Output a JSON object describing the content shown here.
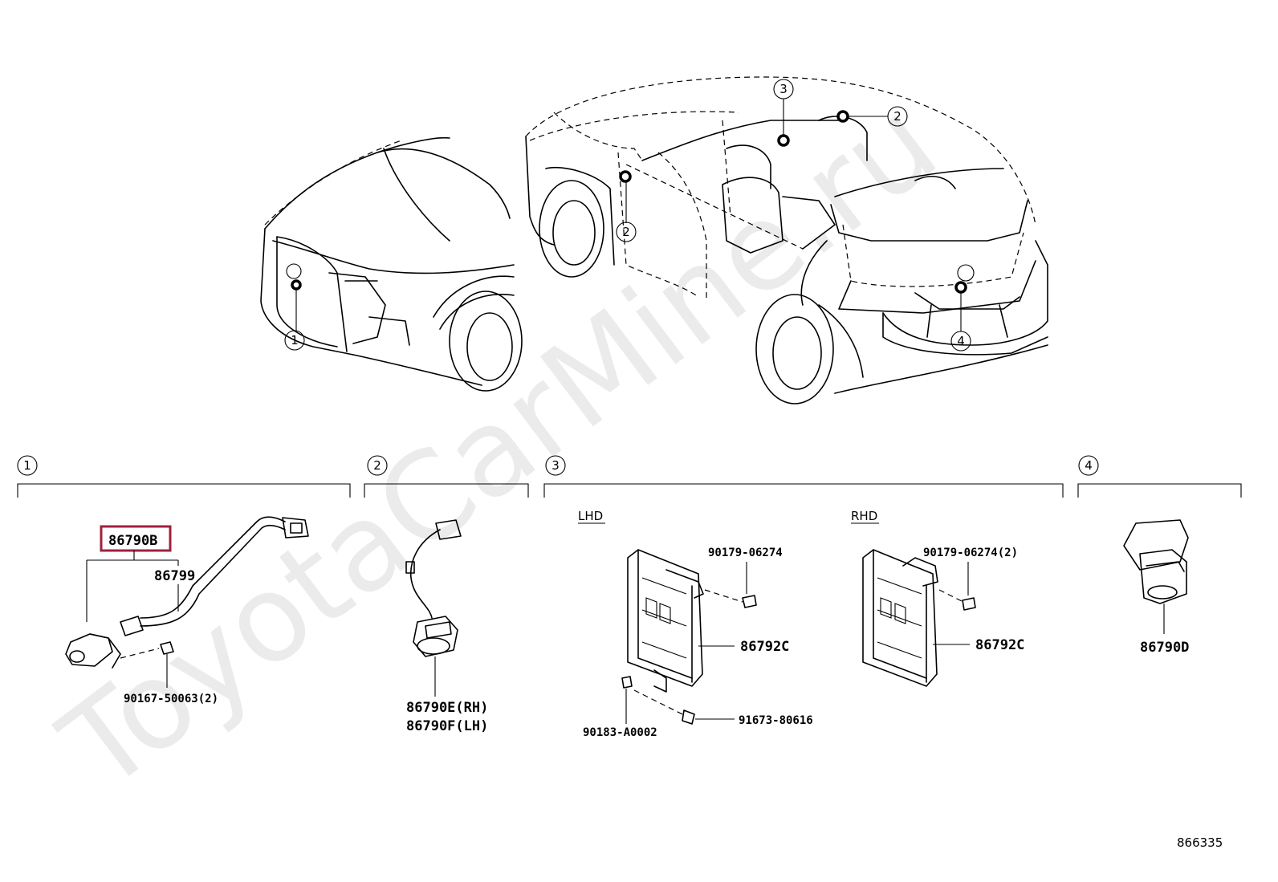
{
  "watermark": "ToyotaCarMine.ru",
  "diagram_id": "866335",
  "callouts": {
    "c1": "1",
    "c2": "2",
    "c3": "3",
    "c4": "4"
  },
  "sections": {
    "s1": {
      "num": "1",
      "highlight_color": "#a0203c",
      "part_main": "86790B",
      "part_harness": "86799",
      "part_bolt": "90167-50063(2)"
    },
    "s2": {
      "num": "2",
      "part_rh": "86790E(RH)",
      "part_lh": "86790F(LH)"
    },
    "s3": {
      "num": "3",
      "lhd": "LHD",
      "rhd": "RHD",
      "lhd_clip": "90179-06274",
      "lhd_ecu": "86792C",
      "lhd_nut": "90183-A0002",
      "lhd_bolt": "91673-80616",
      "rhd_clip": "90179-06274(2)",
      "rhd_ecu": "86792C"
    },
    "s4": {
      "num": "4",
      "part_cam": "86790D"
    }
  }
}
